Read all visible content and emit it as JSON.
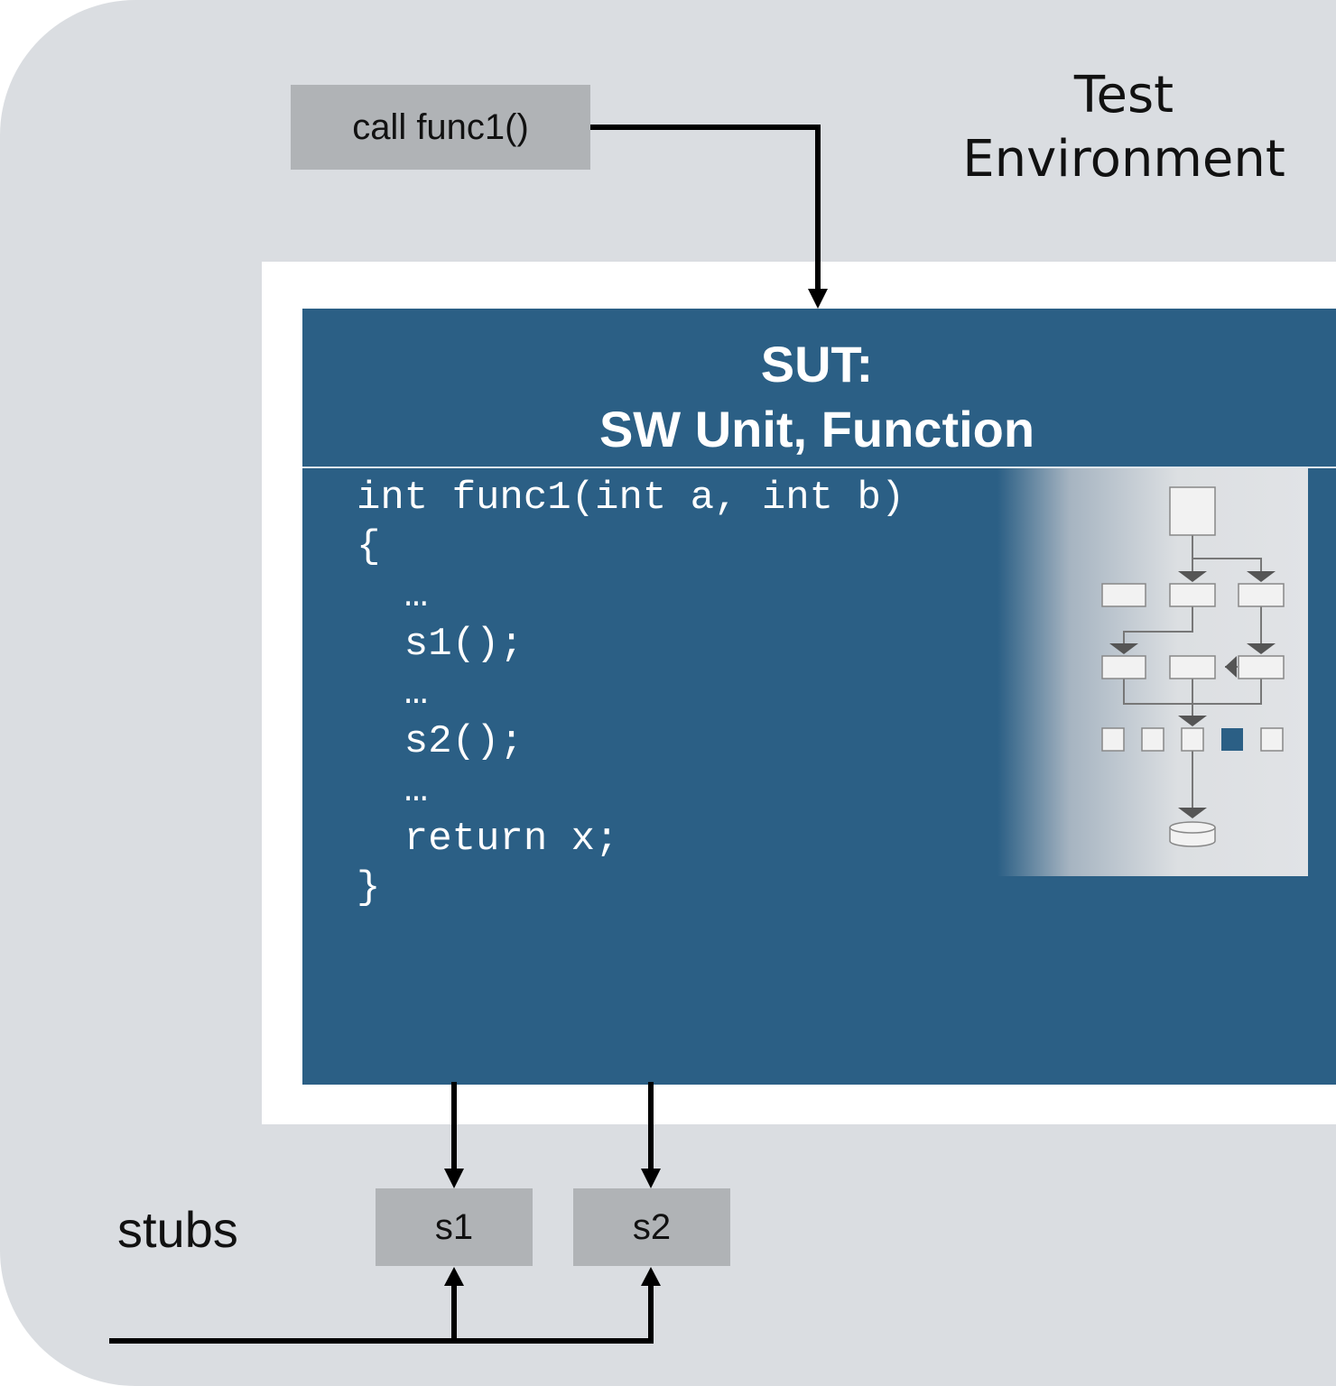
{
  "environment": {
    "title_line1": "Test",
    "title_line2": "Environment"
  },
  "call_box": {
    "label": "call func1()"
  },
  "sut": {
    "title_line1": "SUT:",
    "title_line2": "SW Unit, Function",
    "code": [
      "int func1(int a, int b)",
      "{",
      "  …",
      "  s1();",
      "  …",
      "  s2();",
      "  …",
      "  return x;",
      "}"
    ]
  },
  "stubs": {
    "label": "stubs",
    "items": [
      "s1",
      "s2"
    ]
  },
  "colors": {
    "background": "#dadde1",
    "sut": "#2b5f85",
    "box": "#b0b3b6",
    "accent_square": "#2b5f85"
  },
  "icons": {
    "flowchart": "control-flow-graph-icon"
  }
}
